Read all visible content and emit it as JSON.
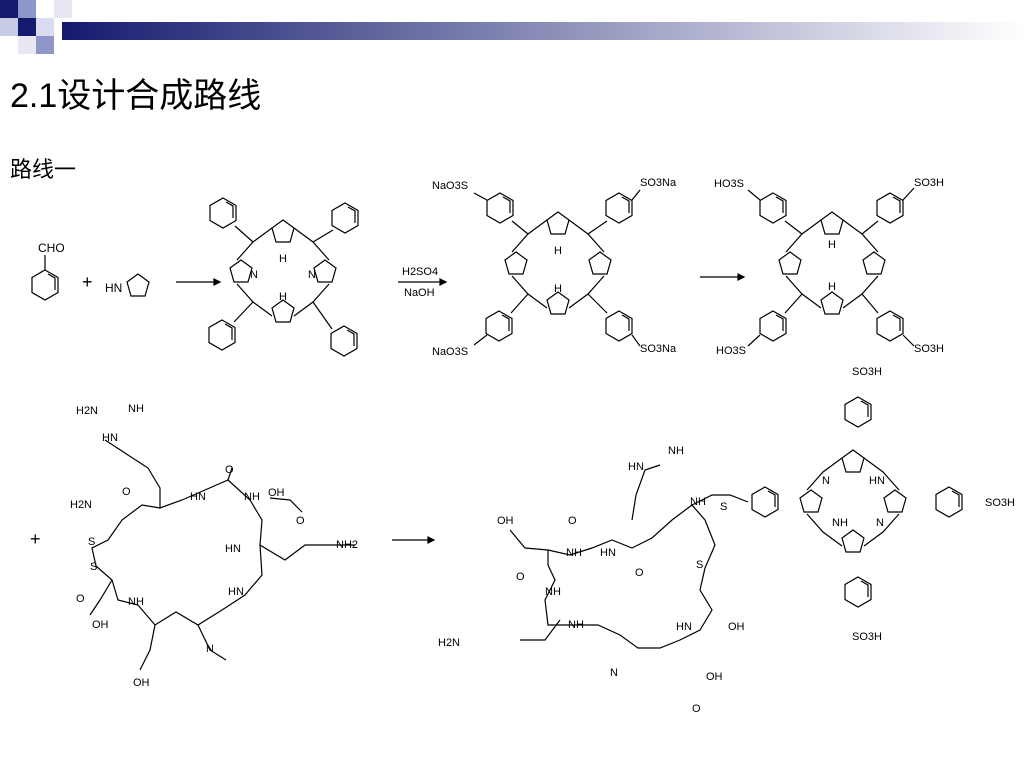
{
  "slide": {
    "title": "2.1设计合成路线",
    "subtitle": "路线一"
  },
  "reaction1": {
    "benzaldehyde_label": "CHO",
    "plus": "+",
    "pyrrole_label": "HN",
    "porphyrin_nh": "H",
    "porphyrin_n": "N",
    "reagent_top": "H2SO4",
    "reagent_bottom": "NaOH",
    "sodium_sulfonate": "NaO3S",
    "sodium_sulfonate_r": "SO3Na",
    "sulfonic_acid": "HO3S",
    "sulfonic_acid_r": "SO3H"
  },
  "reaction2": {
    "plus": "+",
    "peptide_labels": [
      "H2N",
      "NH",
      "HN",
      "O",
      "NH2",
      "OH",
      "S",
      "N"
    ],
    "product_labels": [
      "SO3H",
      "NH",
      "HN",
      "N",
      "O",
      "S",
      "OH",
      "H2N"
    ]
  },
  "colors": {
    "deco_dark": "#141b6e",
    "deco_mid": "#5a64a8",
    "deco_light": "#d9dbee"
  }
}
